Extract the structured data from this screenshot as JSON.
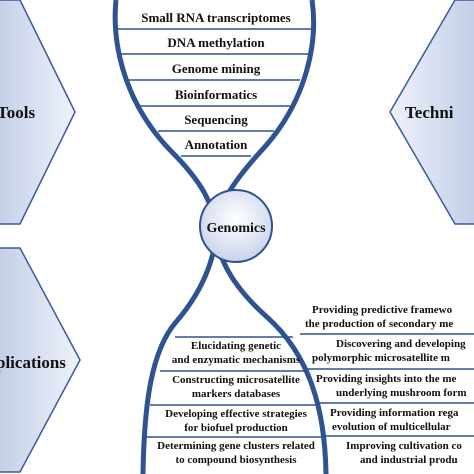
{
  "nodes": {
    "tools": "Tools",
    "techniques": "Techni",
    "applications": "plications",
    "center": "Genomics"
  },
  "helix_top_labels": [
    "Small RNA transcriptomes",
    "DNA methylation",
    "Genome mining",
    "Bioinformatics",
    "Sequencing",
    "Annotation"
  ],
  "helix_bottom_labels": [
    [
      "Elucidating genetic",
      "and enzymatic mechanisms"
    ],
    [
      "Constructing microsatellite",
      "markers databases"
    ],
    [
      "Developing effective strategies",
      "for biofuel production"
    ],
    [
      "Determining gene clusters related",
      "to compound biosynthesis"
    ]
  ],
  "right_labels": [
    [
      "Providing predictive framewo",
      "the production of secondary me"
    ],
    [
      "Discovering and developing",
      "polymorphic microsatellite m"
    ],
    [
      "Providing insights into the me",
      "underlying mushroom form"
    ],
    [
      "Providing information rega",
      "evolution of multicellular"
    ],
    [
      "Improving cultivation co",
      "and industrial produ"
    ]
  ],
  "colors": {
    "strand": "#2f5290",
    "hex_fill_light": "#eef2fa",
    "hex_fill_dark": "#9fb0d6",
    "hex_stroke": "#3a5a9a"
  }
}
